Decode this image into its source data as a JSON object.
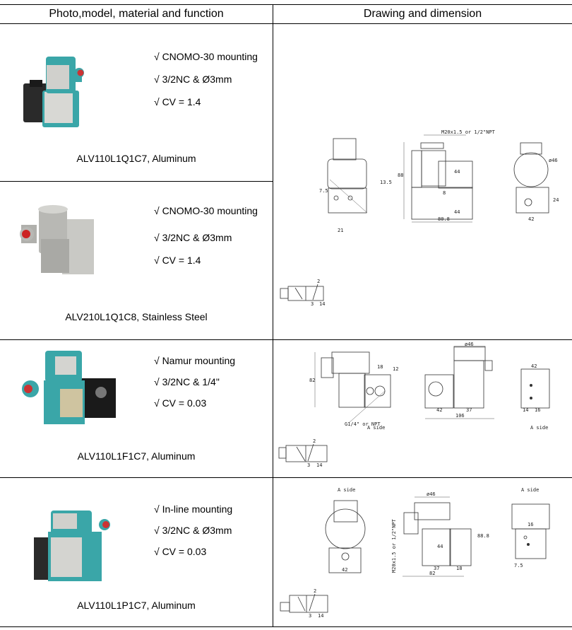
{
  "header": {
    "col1": "Photo,model, material and function",
    "col2": "Drawing and dimension"
  },
  "rows": [
    {
      "features": [
        "√  CNOMO-30 mounting",
        "√  3/2NC & Ø3mm",
        "√  CV = 1.4"
      ],
      "model": "ALV110L1Q1C7,  Aluminum",
      "body_color": "#3aa6a8"
    },
    {
      "features": [
        "√  CNOMO-30 mounting",
        "√  3/2NC & Ø3mm",
        "√  CV = 1.4"
      ],
      "model": "ALV210L1Q1C8,  Stainless Steel",
      "body_color": "#b8b8b4"
    },
    {
      "features": [
        "√  Namur mounting",
        "√ 3/2NC & 1/4\"",
        "√  CV = 0.03"
      ],
      "model": "ALV110L1F1C7,  Aluminum",
      "body_color": "#3aa6a8"
    },
    {
      "features": [
        "√  In-line mounting",
        "√  3/2NC & Ø3mm",
        "√  CV = 0.03"
      ],
      "model": "ALV110L1P1C7,  Aluminum",
      "body_color": "#3aa6a8"
    }
  ],
  "drawings": {
    "d1": {
      "thread": "M20x1.5 or 1/2\"NPT",
      "h88": "88",
      "w44a": "44",
      "w44b": "44",
      "w80": "80.8",
      "w8": "8",
      "d46": "ø46",
      "w21": "21",
      "h7": "7.5",
      "h13": "13.5",
      "w42": "42",
      "h24": "24"
    },
    "d3": {
      "d46": "ø46",
      "h82": "82",
      "w18": "18",
      "w12": "12",
      "w42": "42",
      "w37": "37",
      "w106": "106",
      "port": "G1/4\" or NPT",
      "aside1": "A side",
      "aside2": "A side",
      "w42b": "42",
      "w14": "14",
      "w16": "16"
    },
    "d4": {
      "aside1": "A side",
      "aside2": "A side",
      "d46": "ø46",
      "w42": "42",
      "w37": "37",
      "w18": "18",
      "w82": "82",
      "h88": "88.8",
      "h44": "44",
      "thread": "M20x1.5 or 1/2\"NPT",
      "w16": "16",
      "w7": "7.5"
    },
    "symbol": {
      "p2": "2",
      "p3": "3",
      "p14": "14"
    }
  }
}
